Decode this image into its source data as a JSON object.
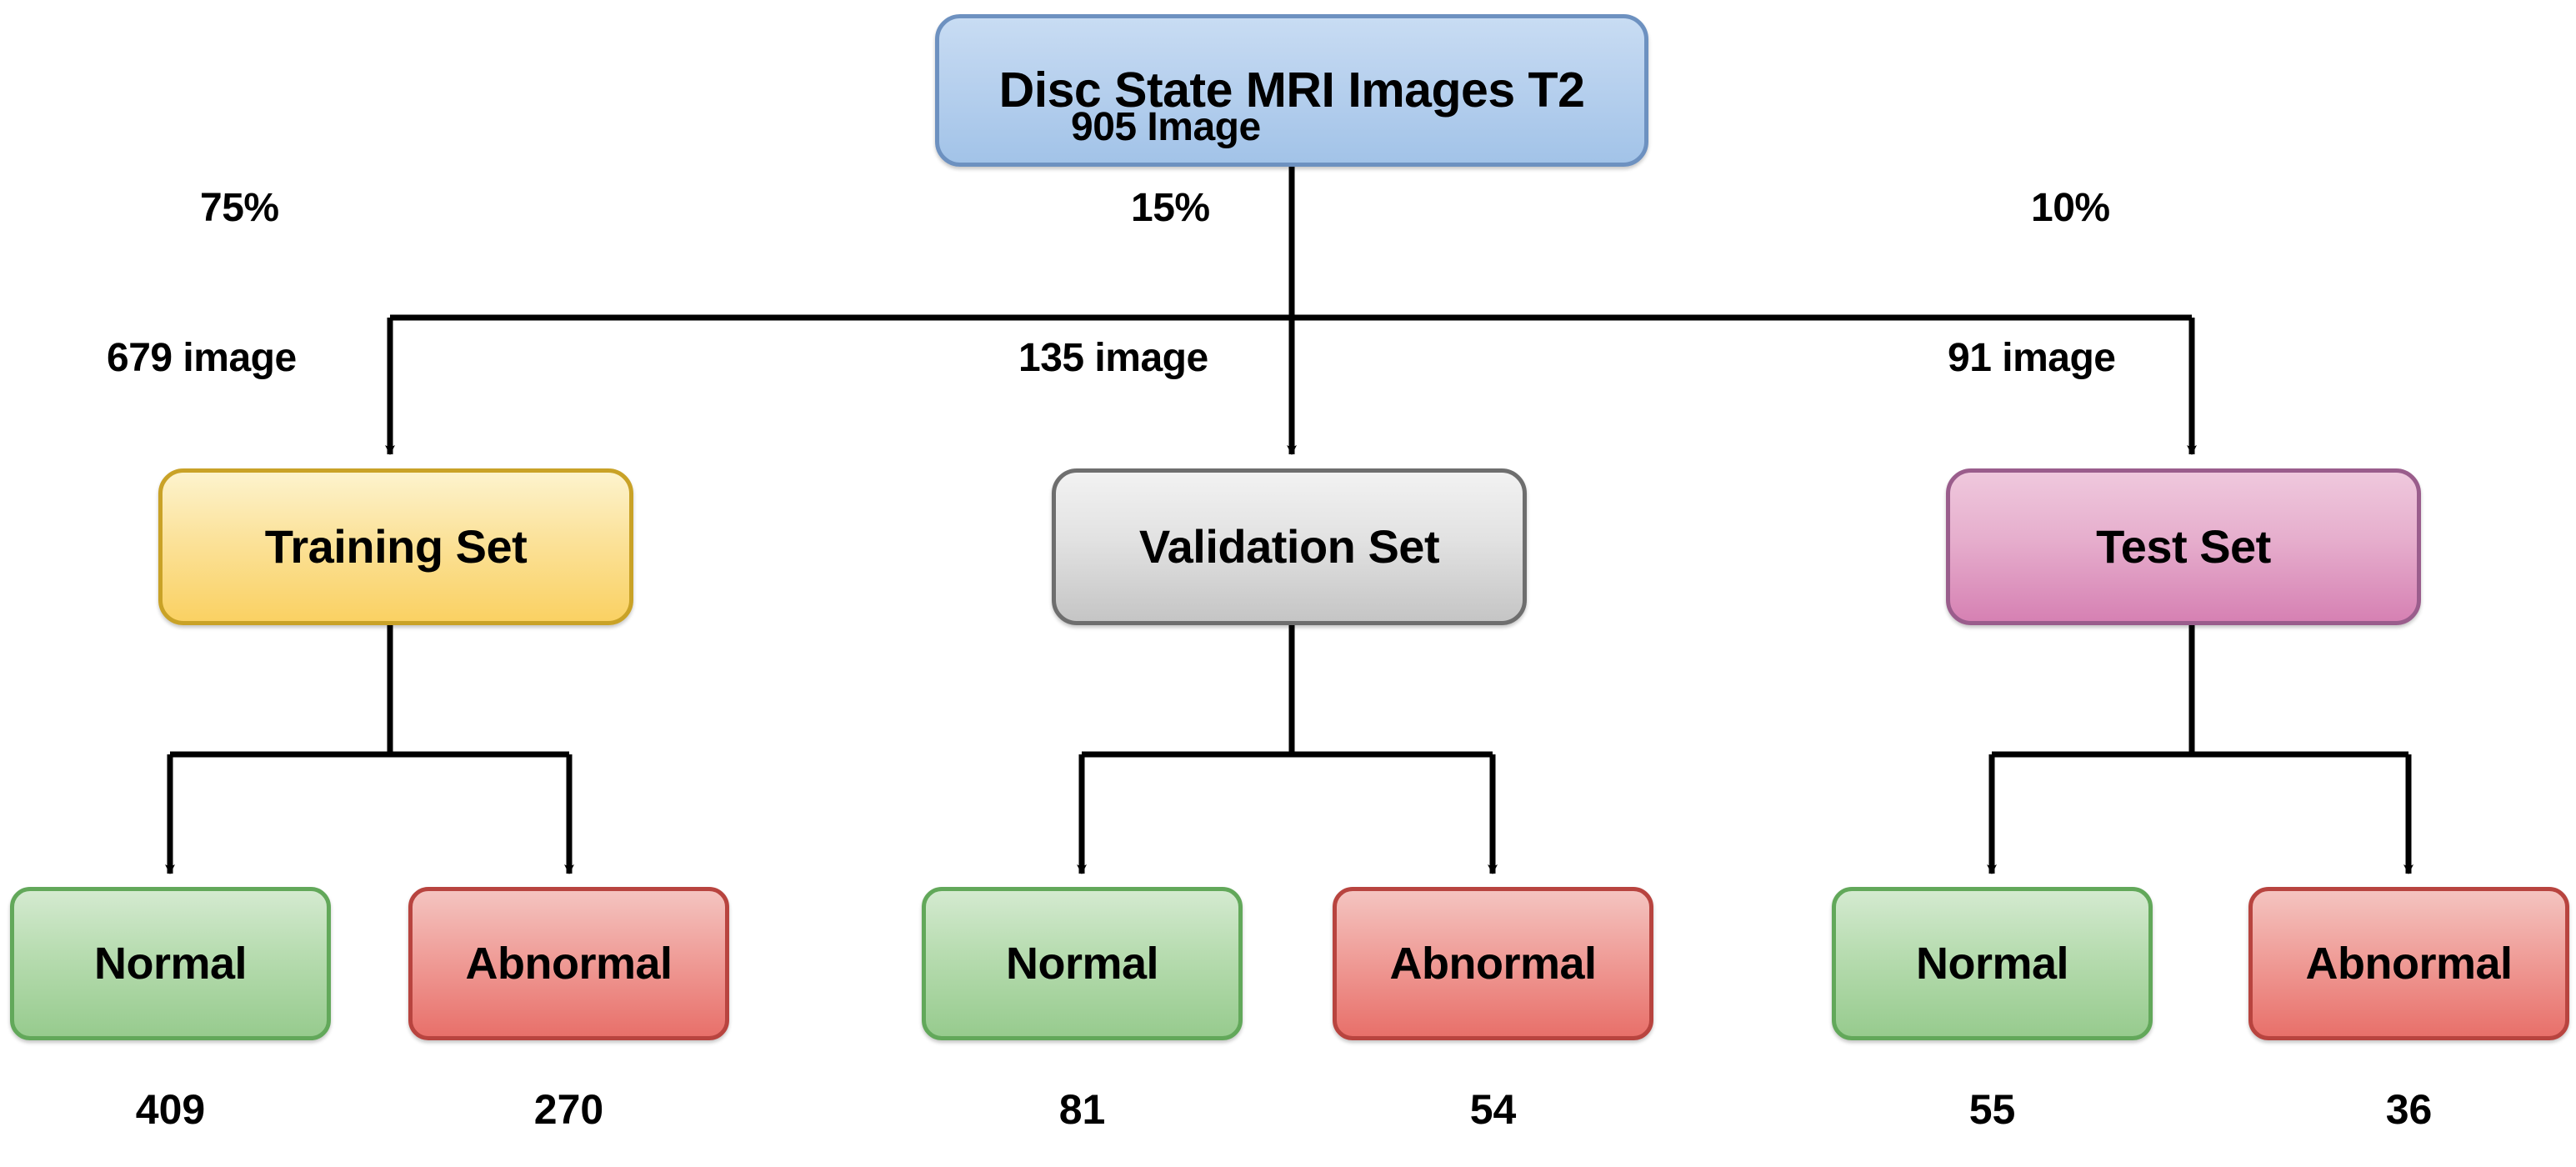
{
  "diagram": {
    "title": "Dataset split flow diagram",
    "root": {
      "label": "Disc State MRI Images T2",
      "color": "#a2c3e8"
    },
    "root_edge_label": "905 Image",
    "splits": [
      {
        "name": "training",
        "label": "Training Set",
        "percent": "75%",
        "count_label": "679 image",
        "color": "#fad163",
        "children": [
          {
            "label": "Normal",
            "count": "409",
            "color": "#97cb8e"
          },
          {
            "label": "Abnormal",
            "count": "270",
            "color": "#e8706a"
          }
        ]
      },
      {
        "name": "validation",
        "label": "Validation Set",
        "percent": "15%",
        "count_label": "135 image",
        "color": "#c5c5c5",
        "children": [
          {
            "label": "Normal",
            "count": "81",
            "color": "#97cb8e"
          },
          {
            "label": "Abnormal",
            "count": "54",
            "color": "#e8706a"
          }
        ]
      },
      {
        "name": "test",
        "label": "Test Set",
        "percent": "10%",
        "count_label": "91 image",
        "color": "#d681b3",
        "children": [
          {
            "label": "Normal",
            "count": "55",
            "color": "#97cb8e"
          },
          {
            "label": "Abnormal",
            "count": "36",
            "color": "#e8706a"
          }
        ]
      }
    ]
  }
}
